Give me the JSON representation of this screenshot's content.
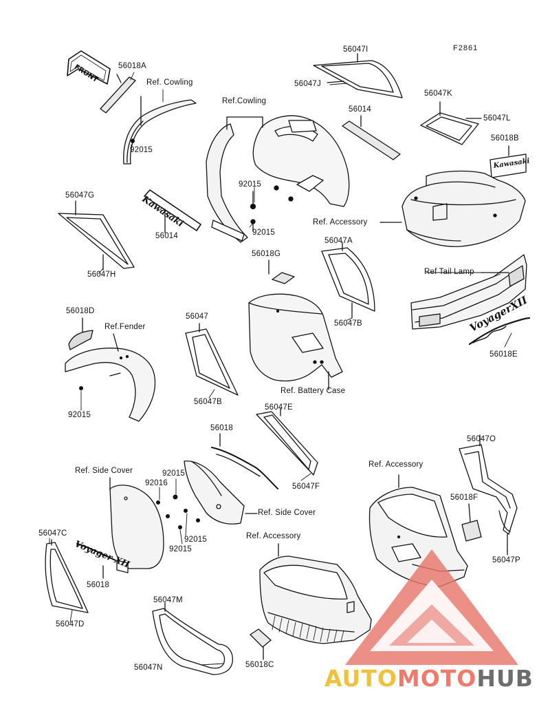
{
  "figure_code": "F2861",
  "callouts": [
    {
      "text": "56018A"
    },
    {
      "text": "Ref. Cowling"
    },
    {
      "text": "92015"
    },
    {
      "text": "Ref.Cowling"
    },
    {
      "text": "56047I"
    },
    {
      "text": "56047J"
    },
    {
      "text": "56014"
    },
    {
      "text": "56047K"
    },
    {
      "text": "56047L"
    },
    {
      "text": "56018B"
    },
    {
      "text": "56047G"
    },
    {
      "text": "56014"
    },
    {
      "text": "56047H"
    },
    {
      "text": "92015"
    },
    {
      "text": "92015"
    },
    {
      "text": "Ref. Accessory"
    },
    {
      "text": "56047A"
    },
    {
      "text": "56018G"
    },
    {
      "text": "Ref  Tail Lamp"
    },
    {
      "text": "56047B"
    },
    {
      "text": "56018D"
    },
    {
      "text": "Ref.Fender"
    },
    {
      "text": "56047"
    },
    {
      "text": "56018E"
    },
    {
      "text": "92015"
    },
    {
      "text": "56047B"
    },
    {
      "text": "Ref. Battery Case"
    },
    {
      "text": "56047E"
    },
    {
      "text": "56018"
    },
    {
      "text": "56047F"
    },
    {
      "text": "56047O"
    },
    {
      "text": "Ref. Accessory"
    },
    {
      "text": "Ref. Side Cover"
    },
    {
      "text": "92015"
    },
    {
      "text": "92016"
    },
    {
      "text": "Ref. Side Cover"
    },
    {
      "text": "56018F"
    },
    {
      "text": "92015"
    },
    {
      "text": "92015"
    },
    {
      "text": "Ref. Accessory"
    },
    {
      "text": "56047C"
    },
    {
      "text": "56018"
    },
    {
      "text": "56047P"
    },
    {
      "text": "56047M"
    },
    {
      "text": "56047D"
    },
    {
      "text": "56018C"
    },
    {
      "text": "56047N"
    }
  ],
  "emblems": {
    "front_arrow": "FRONT",
    "kawasaki_large": "Kawasaki",
    "kawasaki_small": "Kawasaki",
    "voyager_script": "VoyagerXII",
    "voyager_side": "Voyager XII"
  },
  "watermark": {
    "part1": "AUTO",
    "part2": "MOTO",
    "part3": "HUB"
  },
  "colors": {
    "line": "#111111",
    "watermark_red": "#e8776c",
    "watermark_yellow": "#f0c23c",
    "watermark_gray": "#6d6d6d"
  }
}
